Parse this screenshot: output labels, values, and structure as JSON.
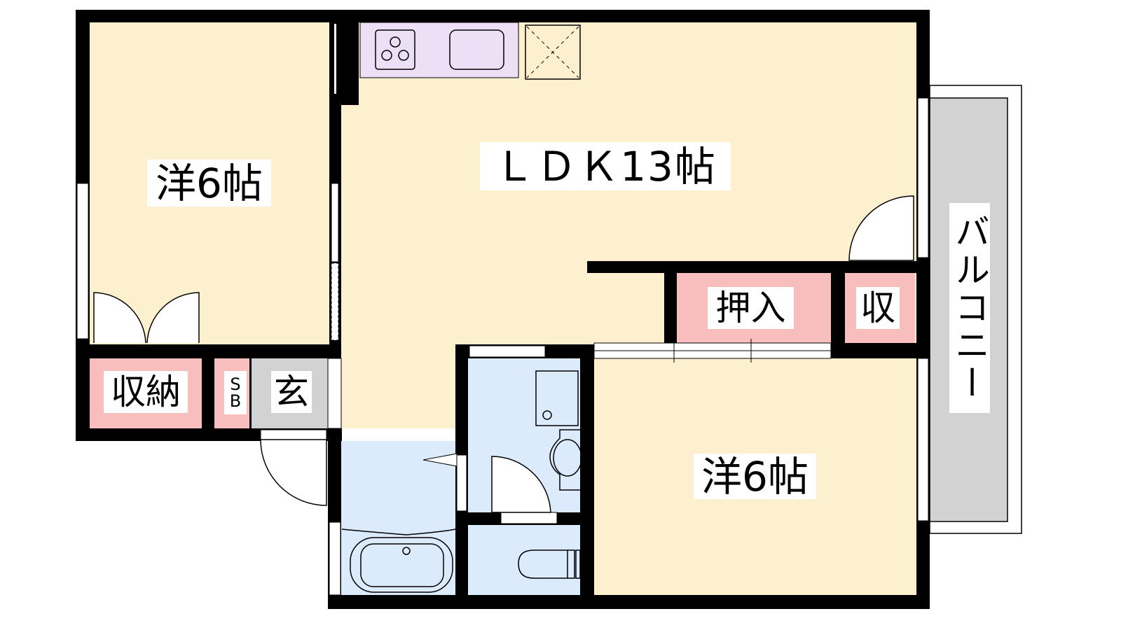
{
  "rooms": {
    "western_room_1": "洋6帖",
    "ldk": "ＬＤＫ13帖",
    "oshiire": "押入",
    "storage_small": "収",
    "storage": "収納",
    "shoe_box_top": "S",
    "shoe_box_bottom": "B",
    "entrance": "玄",
    "western_room_2": "洋6帖",
    "balcony": "バルコニー"
  },
  "colors": {
    "room": "#FDF0CF",
    "storage": "#F8BDBD",
    "wet": "#DCEBFC",
    "kitchen": "#EDDFF5",
    "entrance": "#D2D2D2",
    "balcony": "#D2D2D2",
    "wall": "#000000"
  }
}
